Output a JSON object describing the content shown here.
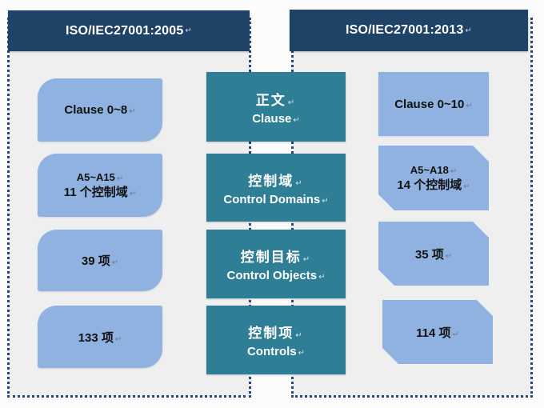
{
  "marks": {
    "return": "↵"
  },
  "colors": {
    "header_navy": "#1F4267",
    "center_teal": "#2E7F96",
    "side_light_blue": "#8FB2E0",
    "dashed_border": "#24477E",
    "panel_fill": "#EFEFEF"
  },
  "headers": {
    "left": "ISO/IEC27001:2005",
    "right": "ISO/IEC27001:2013"
  },
  "middle": [
    {
      "zh": "正文",
      "en": "Clause"
    },
    {
      "zh": "控制域",
      "en": "Control Domains"
    },
    {
      "zh": "控制目标",
      "en": "Control Objects"
    },
    {
      "zh": "控制项",
      "en": "Controls"
    }
  ],
  "left_column": [
    {
      "lines": [
        "Clause 0~8"
      ]
    },
    {
      "lines": [
        "A5~A15",
        "11 个控制域"
      ]
    },
    {
      "lines": [
        "39 项"
      ]
    },
    {
      "lines": [
        "133 项"
      ]
    }
  ],
  "right_column": [
    {
      "lines": [
        "Clause 0~10"
      ]
    },
    {
      "lines": [
        "A5~A18",
        "14 个控制域"
      ]
    },
    {
      "lines": [
        "35 项"
      ]
    },
    {
      "lines": [
        "114 项"
      ]
    }
  ]
}
